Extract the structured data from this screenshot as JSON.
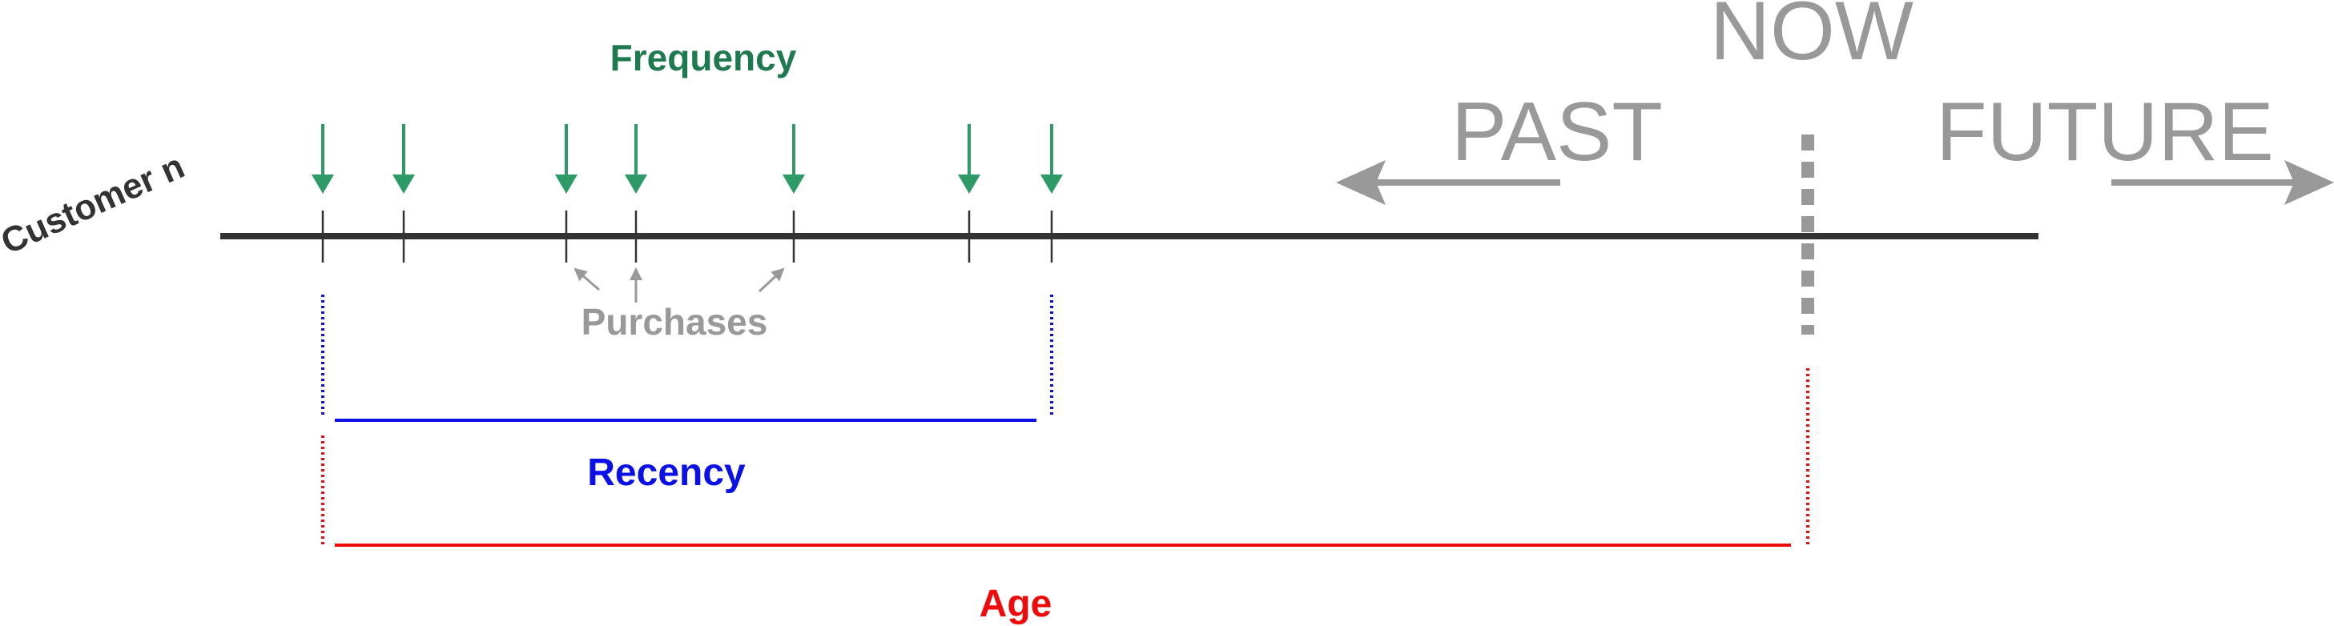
{
  "diagram": {
    "customer_label": "Customer n",
    "frequency_label": "Frequency",
    "purchases_label": "Purchases",
    "recency_label": "Recency",
    "age_label": "Age",
    "now_label": "NOW",
    "past_label": "PAST",
    "future_label": "FUTURE"
  },
  "colors": {
    "timeline": "#333333",
    "frequency": "#1e7a4e",
    "frequency_arrow": "#2e9a66",
    "recency": "#0a10e6",
    "age": "#ee0a0a",
    "muted": "#999999"
  },
  "purchase_count": 7
}
